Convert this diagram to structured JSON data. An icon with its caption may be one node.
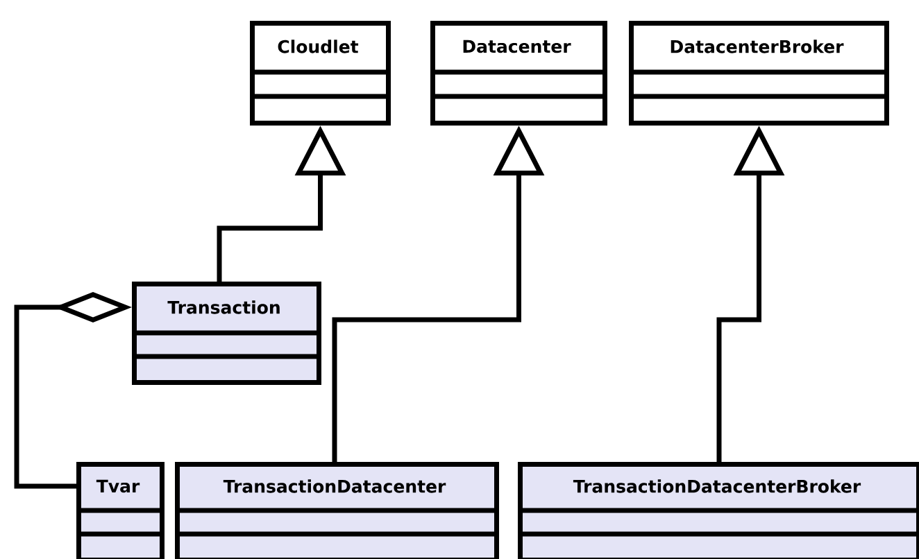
{
  "diagram": {
    "nodes": [
      {
        "text": [
          "Cloudlet"
        ]
      },
      {
        "text": [
          "Datacenter"
        ]
      },
      {
        "text": [
          "DatacenterBroker"
        ]
      },
      {
        "text": [
          "Transaction"
        ]
      },
      {
        "text": [
          "Tvar"
        ]
      },
      {
        "text": [
          "TransactionDatacenter"
        ]
      },
      {
        "text": [
          "TransactionDatacenterBroker"
        ]
      }
    ],
    "edges": [
      {
        "from": 3,
        "to": 0,
        "arrow": "to"
      },
      {
        "from": 5,
        "to": 1,
        "arrow": "to"
      },
      {
        "from": 6,
        "to": 2,
        "arrow": "to"
      },
      {
        "from": 4,
        "to": 3,
        "arrow": "other"
      }
    ]
  }
}
